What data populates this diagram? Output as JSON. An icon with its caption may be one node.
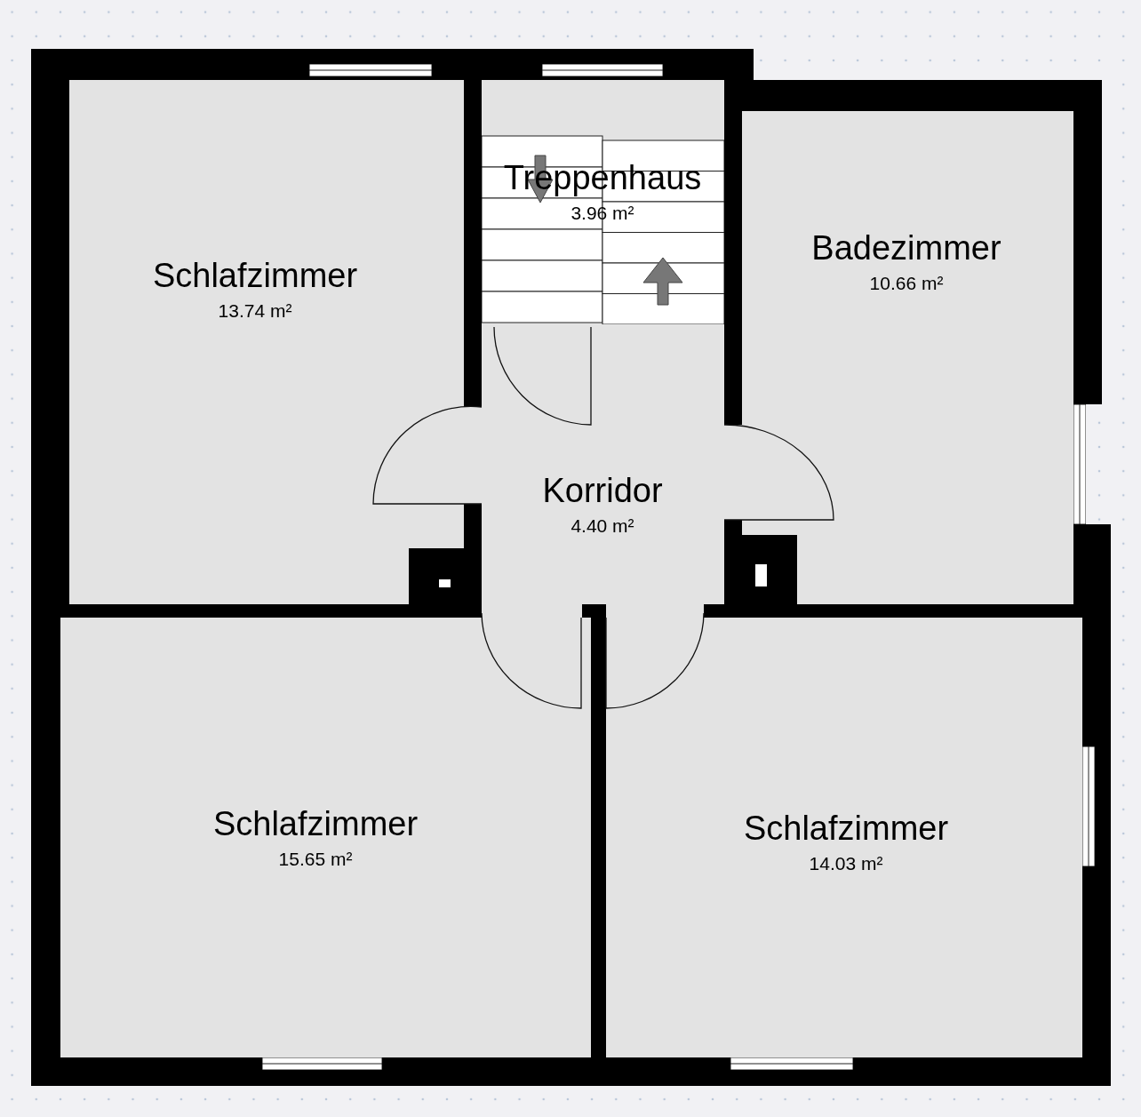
{
  "diagram": {
    "nodes": [
      {
        "text": [
          "Schlafzimmer",
          "13.74 m²"
        ]
      },
      {
        "text": [
          "Treppenhaus",
          "3.96 m²"
        ]
      },
      {
        "text": [
          "Badezimmer",
          "10.66 m²"
        ]
      },
      {
        "text": [
          "Korridor",
          "4.40 m²"
        ]
      },
      {
        "text": [
          "Schlafzimmer",
          "15.65 m²"
        ]
      },
      {
        "text": [
          "Schlafzimmer",
          "14.03 m²"
        ]
      }
    ]
  }
}
